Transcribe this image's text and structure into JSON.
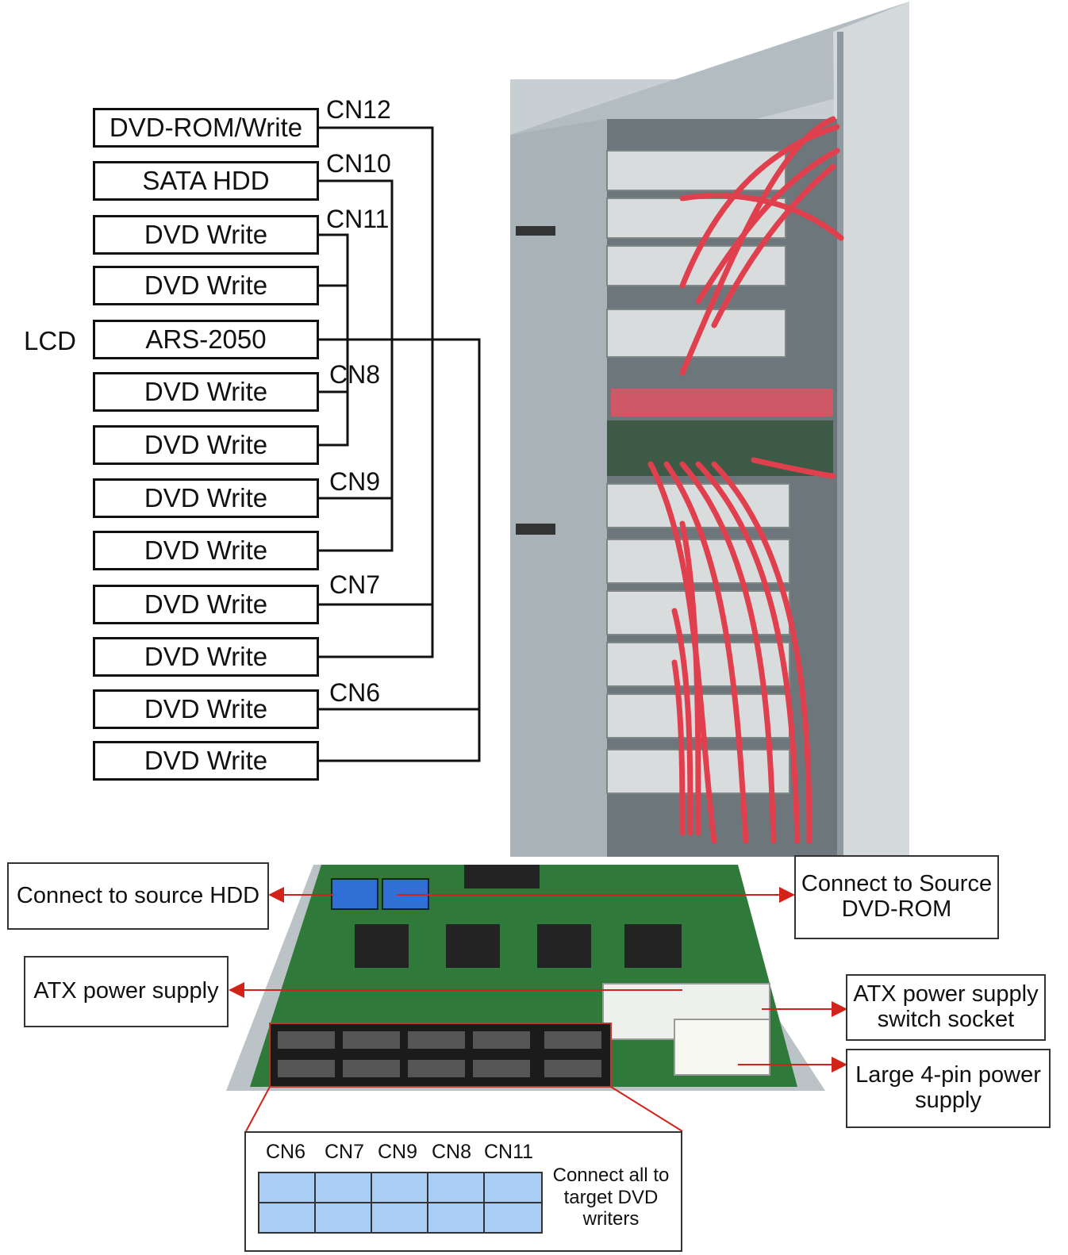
{
  "lcd_label": "LCD",
  "drives": [
    {
      "label": "DVD-ROM/Write"
    },
    {
      "label": "SATA HDD"
    },
    {
      "label": "DVD Write"
    },
    {
      "label": "DVD Write"
    },
    {
      "label": "ARS-2050"
    },
    {
      "label": "DVD Write"
    },
    {
      "label": "DVD Write"
    },
    {
      "label": "DVD Write"
    },
    {
      "label": "DVD Write"
    },
    {
      "label": "DVD Write"
    },
    {
      "label": "DVD Write"
    },
    {
      "label": "DVD Write"
    },
    {
      "label": "DVD Write"
    }
  ],
  "connectors": [
    "CN12",
    "CN10",
    "CN11",
    "CN8",
    "CN9",
    "CN7",
    "CN6"
  ],
  "callouts": {
    "source_hdd": "Connect to source HDD",
    "source_dvd": "Connect to Source DVD-ROM",
    "atx_power": "ATX power supply",
    "atx_switch": "ATX power supply switch socket",
    "large_4pin": "Large 4-pin power supply"
  },
  "legend": {
    "ports": [
      "CN6",
      "CN7",
      "CN9",
      "CN8",
      "CN11"
    ],
    "note": "Connect all to target DVD writers"
  },
  "colors": {
    "cable_red": "#e0404e",
    "pcb_green": "#2f7a3a",
    "chassis_gray": "#b9c2c6",
    "port_blue": "#a9cdf5"
  }
}
